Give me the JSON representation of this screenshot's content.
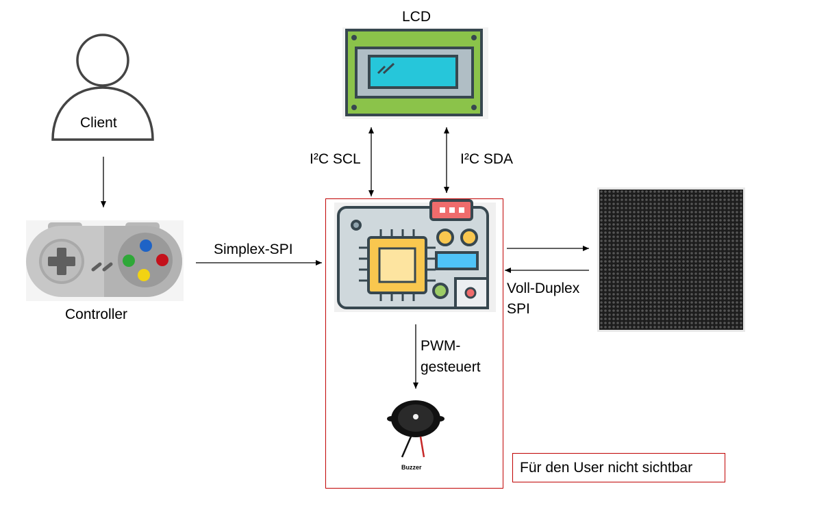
{
  "nodes": {
    "client": "Client",
    "controller": "Controller",
    "lcd": "LCD",
    "buzzer": "Buzzer"
  },
  "connections": {
    "simplex_spi": "Simplex-SPI",
    "i2c_scl": "I²C SCL",
    "i2c_sda": "I²C SDA",
    "pwm_line1": "PWM-",
    "pwm_line2": "gesteuert",
    "duplex_line1": "Voll-Duplex",
    "duplex_line2": "SPI"
  },
  "note": "Für den User nicht sichtbar",
  "colors": {
    "highlight_border": "#c00000",
    "lcd_board": "#8bc34a",
    "lcd_screen": "#26c6da",
    "chip": "#f9c74f",
    "board": "#cfd8dc"
  }
}
